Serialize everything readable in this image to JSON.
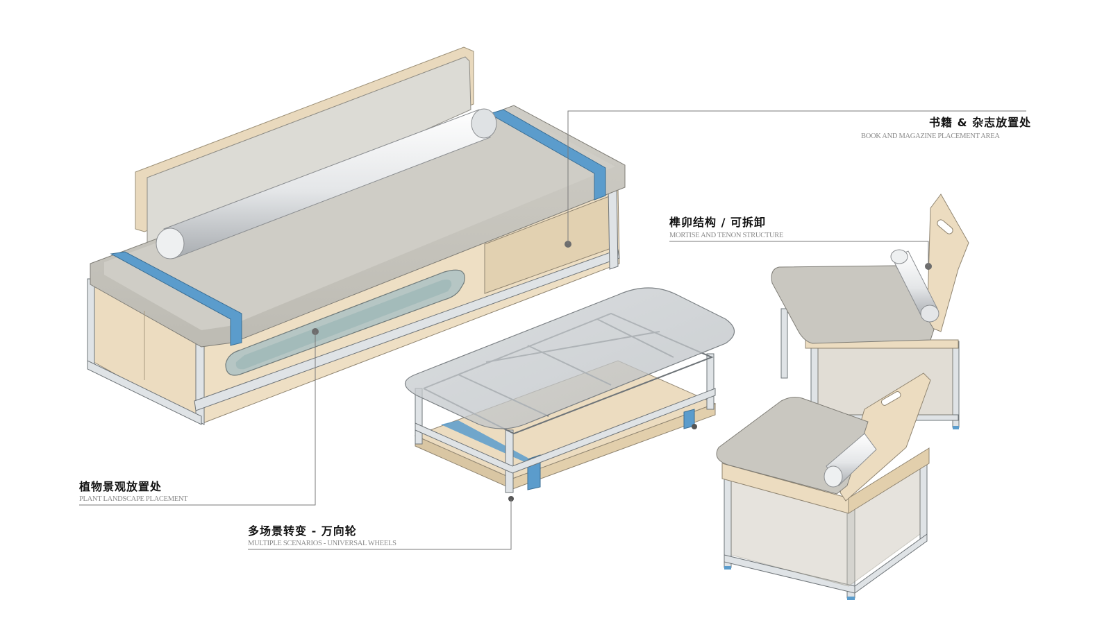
{
  "annotations": {
    "book_area": {
      "cn": "书籍 & 杂志放置处",
      "en": "BOOK AND MAGAZINE PLACEMENT AREA"
    },
    "mortise": {
      "cn": "榫卯结构 / 可拆卸",
      "en": "MORTISE AND TENON STRUCTURE"
    },
    "plant": {
      "cn": "植物景观放置处",
      "en": "PLANT LANDSCAPE PLACEMENT"
    },
    "wheels": {
      "cn": "多场景转变 - 万向轮",
      "en": "MULTIPLE SCENARIOS - UNIVERSAL WHEELS"
    }
  },
  "colors": {
    "wood": "#ecdcc0",
    "wood_dark": "#d9c6a3",
    "cushion": "#d2d0c9",
    "cushion_light": "#e2e1db",
    "strap": "#5b9ccc",
    "aluminum": "#dfe3e6",
    "glass": "#c6cbcf",
    "leader": "#7a7a7a"
  },
  "icons": [
    "leader-dot-icon"
  ]
}
